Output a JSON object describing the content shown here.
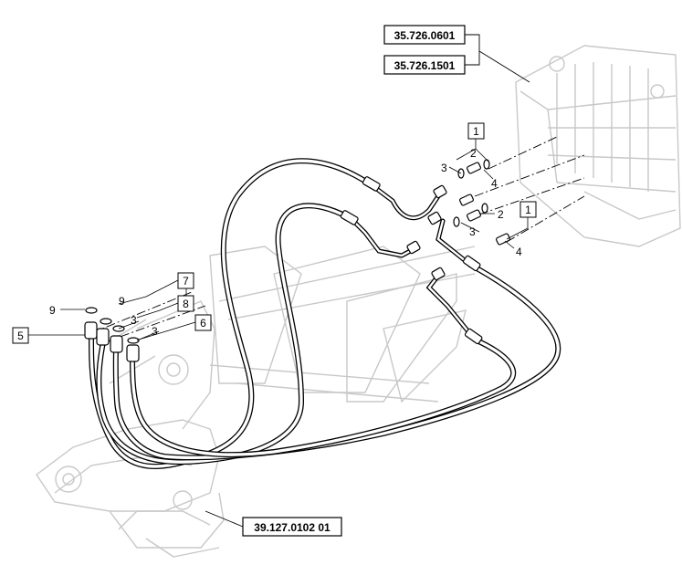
{
  "references": {
    "valve_ref_1": "35.726.0601",
    "valve_ref_2": "35.726.1501",
    "frame_ref": "39.127.0102 01"
  },
  "boxes": {
    "box_1_upper": "1",
    "box_1_lower": "1",
    "box_5": "5",
    "box_6": "6",
    "box_7": "7",
    "box_8": "8"
  },
  "callouts": {
    "upper_2": "2",
    "upper_3": "3",
    "upper_4": "4",
    "mid_2": "2",
    "mid_3": "3",
    "lower_4": "4",
    "left_9a": "9",
    "left_9b": "9",
    "left_3a": "3",
    "left_3b": "3"
  }
}
